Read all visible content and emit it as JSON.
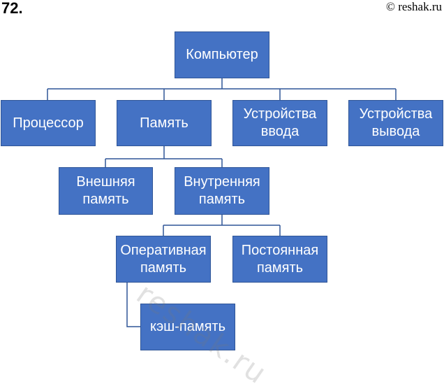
{
  "header": {
    "task_number": "72.",
    "site_credit": "© reshak.ru"
  },
  "diagram": {
    "nodes": {
      "computer": "Компьютер",
      "processor": "Процессор",
      "memory": "Память",
      "input_devices": "Устройства\nввода",
      "output_devices": "Устройства\nвывода",
      "external_memory": "Внешняя\nпамять",
      "internal_memory": "Внутренняя\nпамять",
      "ram": "Оперативная\nпамять",
      "rom": "Постоянная\nпамять",
      "cache": "кэш-память"
    },
    "edges": [
      [
        "computer",
        "processor"
      ],
      [
        "computer",
        "memory"
      ],
      [
        "computer",
        "input_devices"
      ],
      [
        "computer",
        "output_devices"
      ],
      [
        "memory",
        "external_memory"
      ],
      [
        "memory",
        "internal_memory"
      ],
      [
        "internal_memory",
        "ram"
      ],
      [
        "internal_memory",
        "rom"
      ],
      [
        "ram",
        "cache"
      ]
    ],
    "box_color": "#4472c4",
    "line_color": "#2f5597"
  },
  "watermark": "reshak.ru"
}
